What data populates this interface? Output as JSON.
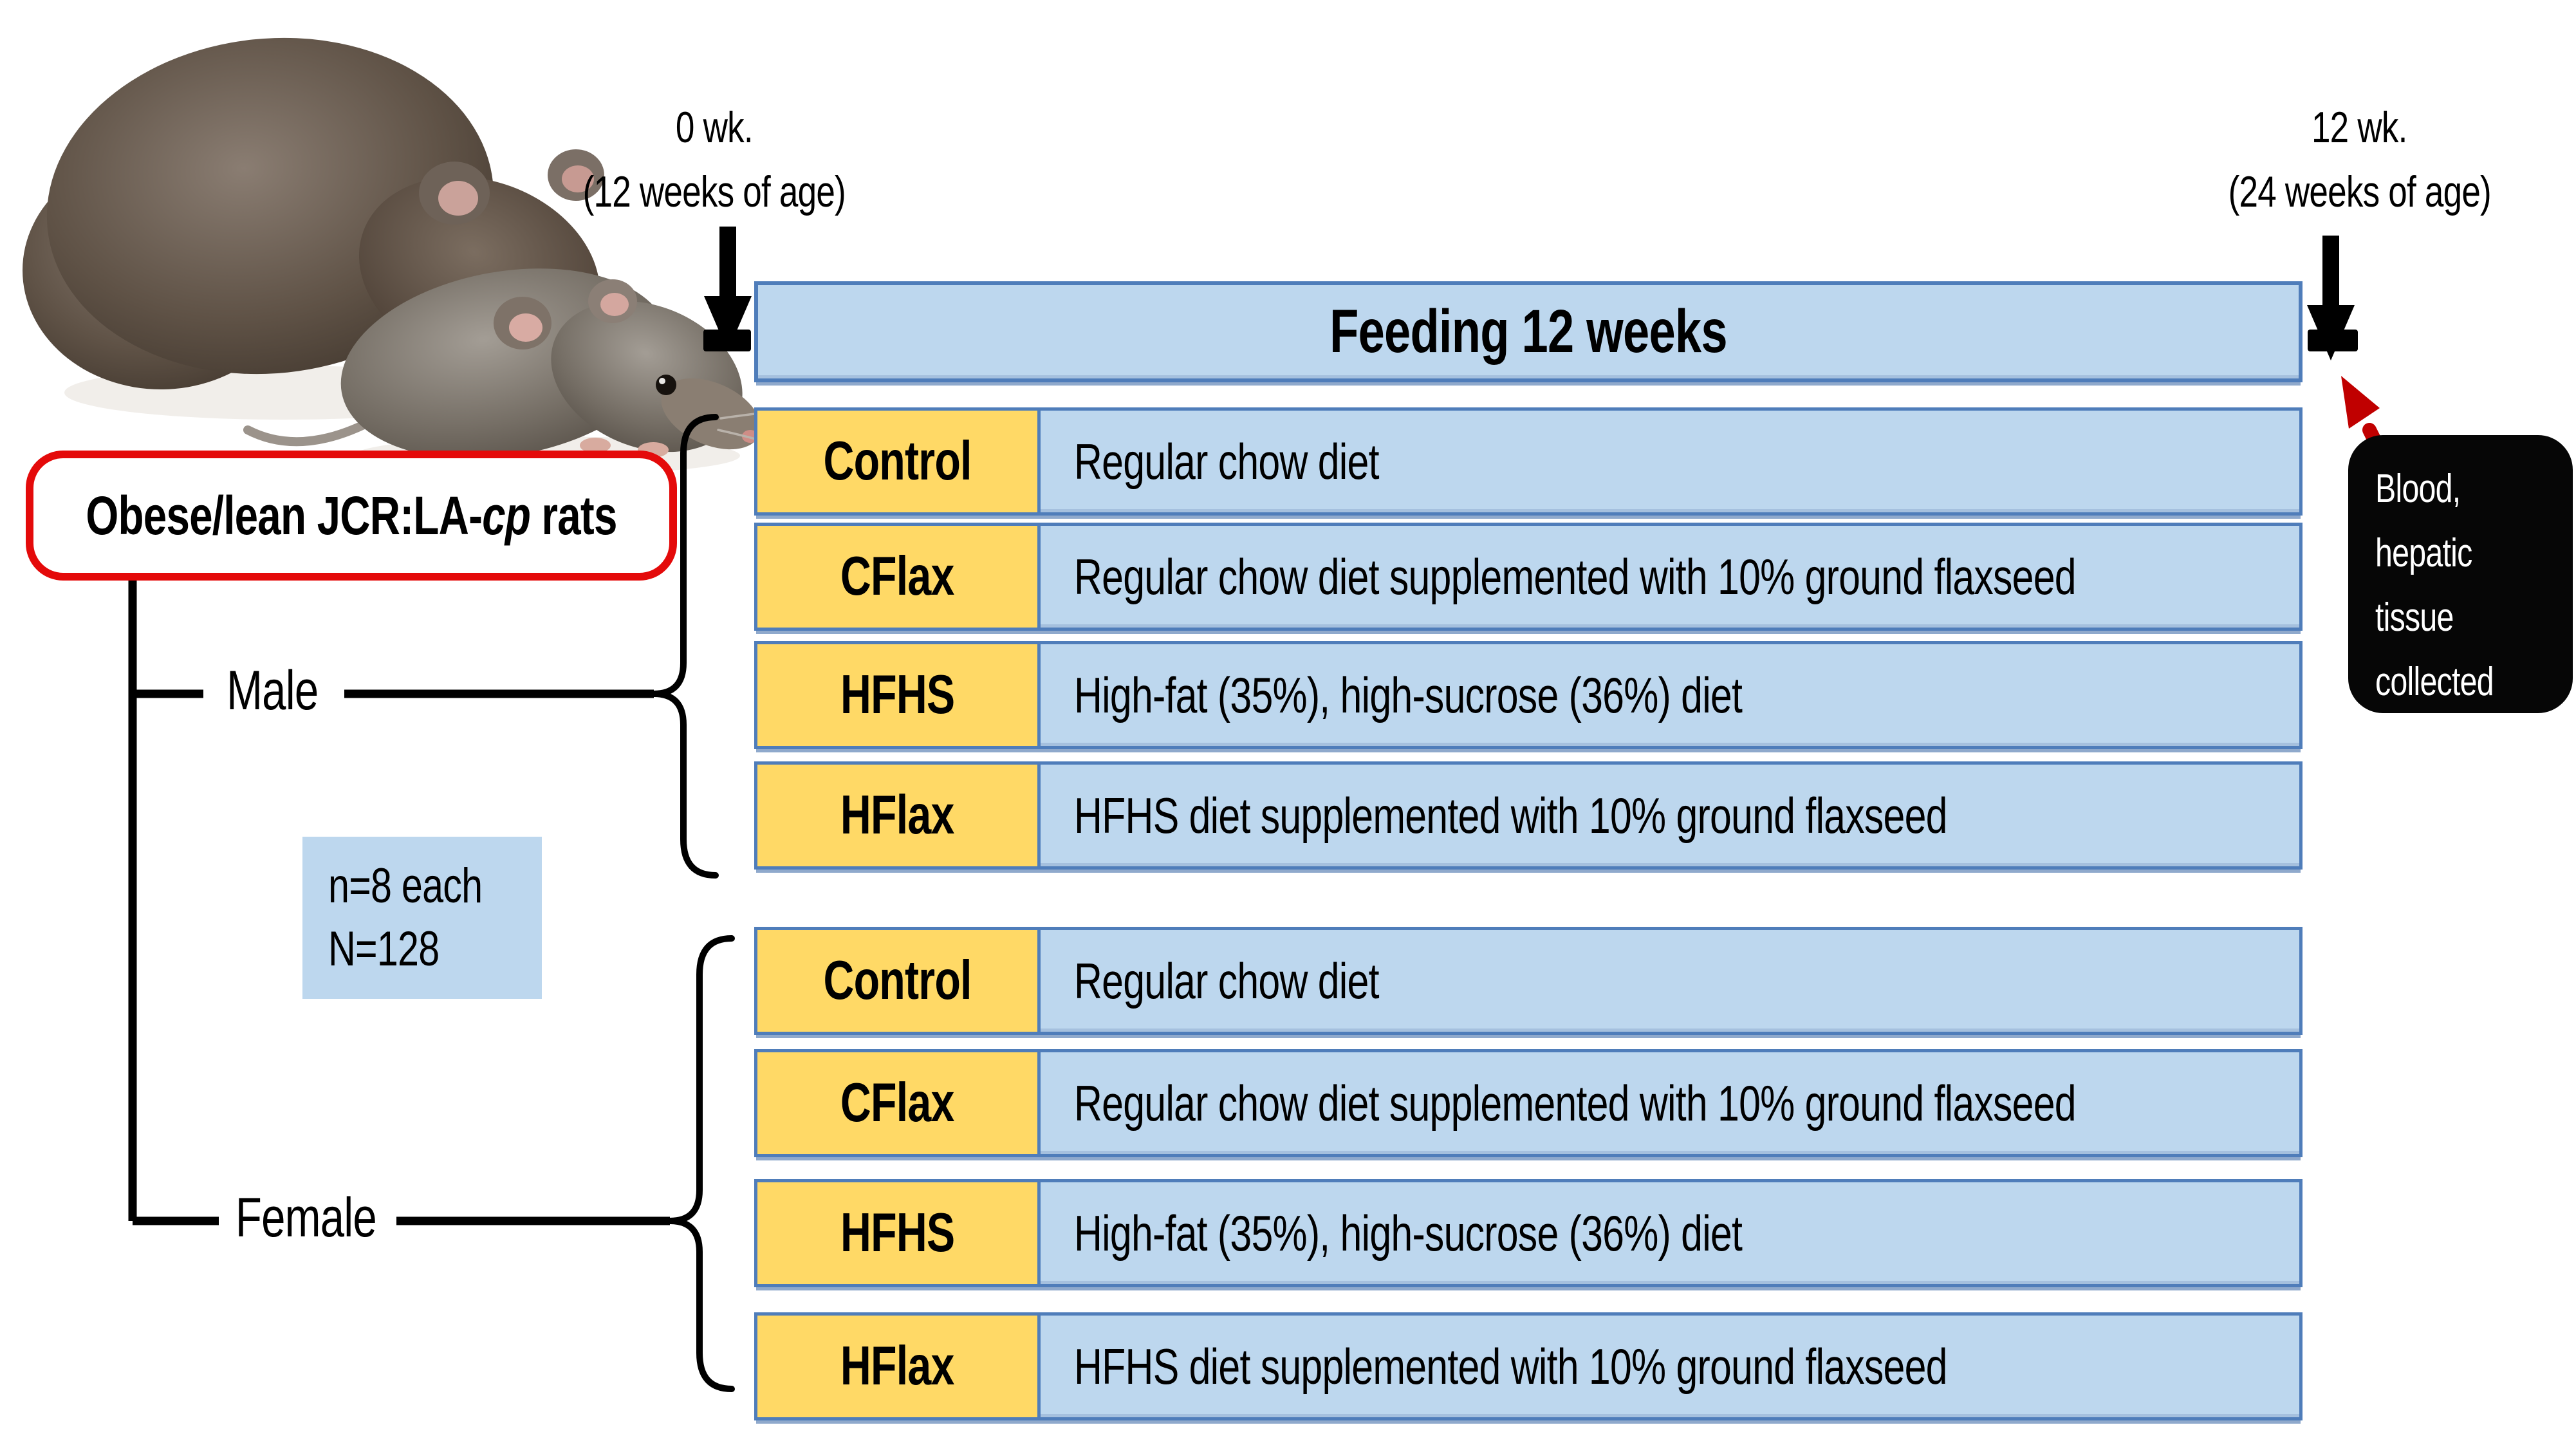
{
  "population_label": {
    "prefix": "Obese/lean JCR:LA-",
    "gene": "cp",
    "suffix": " rats"
  },
  "timeline": {
    "start": {
      "week": "0 wk.",
      "age": "(12 weeks of age)"
    },
    "end": {
      "week": "12 wk.",
      "age": "(24 weeks of age)"
    },
    "bar_label": "Feeding 12 weeks"
  },
  "sample_size": {
    "per_group": "n=8 each",
    "total": "N=128"
  },
  "groups": [
    {
      "sex": "Male",
      "diets": [
        {
          "label": "Control",
          "description": "Regular chow diet"
        },
        {
          "label": "CFlax",
          "description": "Regular chow diet supplemented with 10% ground flaxseed"
        },
        {
          "label": "HFHS",
          "description": "High-fat (35%), high-sucrose (36%) diet"
        },
        {
          "label": "HFlax",
          "description": "HFHS diet supplemented with 10% ground flaxseed"
        }
      ]
    },
    {
      "sex": "Female",
      "diets": [
        {
          "label": "Control",
          "description": "Regular chow diet"
        },
        {
          "label": "CFlax",
          "description": "Regular chow diet supplemented with 10% ground flaxseed"
        },
        {
          "label": "HFHS",
          "description": "High-fat (35%), high-sucrose (36%) diet"
        },
        {
          "label": "HFlax",
          "description": "HFHS diet supplemented with 10% ground flaxseed"
        }
      ]
    }
  ],
  "collection_note": {
    "lines": [
      "Blood,",
      "hepatic",
      "tissue",
      "collected"
    ]
  },
  "icons": {
    "obese_rat": "obese-rat-photo",
    "lean_rat": "lean-rat-photo",
    "start_arrow": "down-arrow-icon",
    "end_arrow": "down-arrow-icon",
    "collection_arrow": "red-arrow-icon"
  },
  "colors": {
    "panel_blue": "#BDD7EE",
    "accent_yellow": "#FFD966",
    "border_blue": "#4f7dba",
    "red_outline": "#E40A0A",
    "arrow_red": "#C00000",
    "black": "#000000"
  }
}
